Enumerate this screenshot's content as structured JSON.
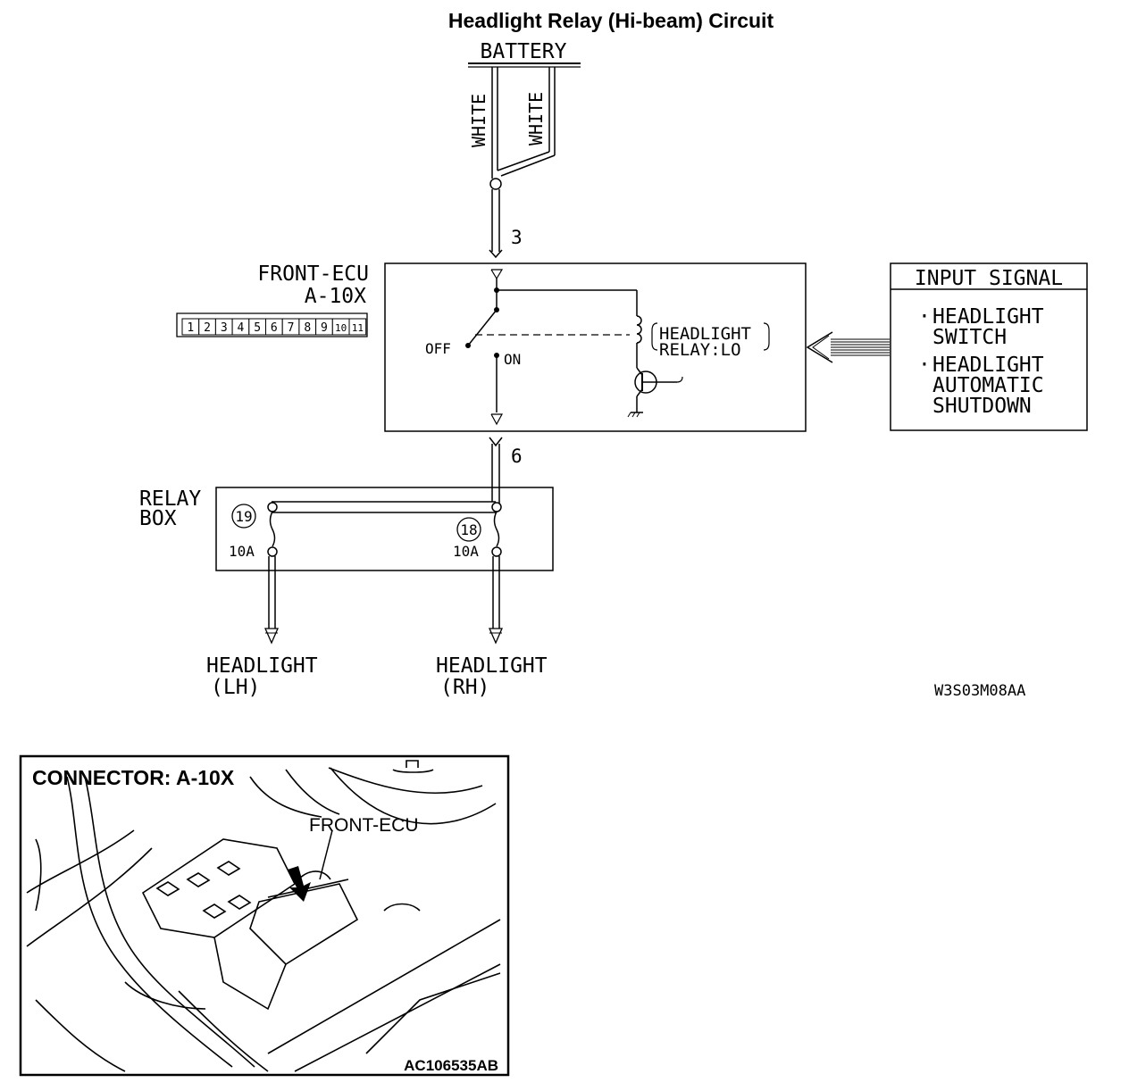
{
  "title": "Headlight Relay (Hi-beam) Circuit",
  "battery": {
    "label": "BATTERY",
    "wire_left": "WHITE",
    "wire_right": "WHITE"
  },
  "ecu": {
    "name_line1": "FRONT-ECU",
    "name_line2": "A-10X",
    "terminal_top": "3",
    "terminal_bottom": "6",
    "switch_off": "OFF",
    "switch_on": "ON",
    "relay_line1": "HEADLIGHT",
    "relay_line2": "RELAY:LO",
    "connector_pins": [
      "1",
      "2",
      "3",
      "4",
      "5",
      "6",
      "7",
      "8",
      "9",
      "10",
      "11"
    ]
  },
  "input_signal": {
    "header": "INPUT SIGNAL",
    "items": [
      {
        "bullet": "·",
        "line1": "HEADLIGHT",
        "line2": "SWITCH",
        "line3": ""
      },
      {
        "bullet": "·",
        "line1": "HEADLIGHT",
        "line2": "AUTOMATIC",
        "line3": "SHUTDOWN"
      }
    ]
  },
  "relay_box": {
    "label_line1": "RELAY",
    "label_line2": "BOX",
    "fuse_left_number": "19",
    "fuse_left_rating": "10A",
    "fuse_right_number": "18",
    "fuse_right_rating": "10A"
  },
  "outputs": {
    "left_line1": "HEADLIGHT",
    "left_line2": "(LH)",
    "right_line1": "HEADLIGHT",
    "right_line2": "(RH)"
  },
  "diagram_code": "W3S03M08AA",
  "photo": {
    "connector_label": "CONNECTOR: A-10X",
    "callout": "FRONT-ECU",
    "code": "AC106535AB"
  }
}
